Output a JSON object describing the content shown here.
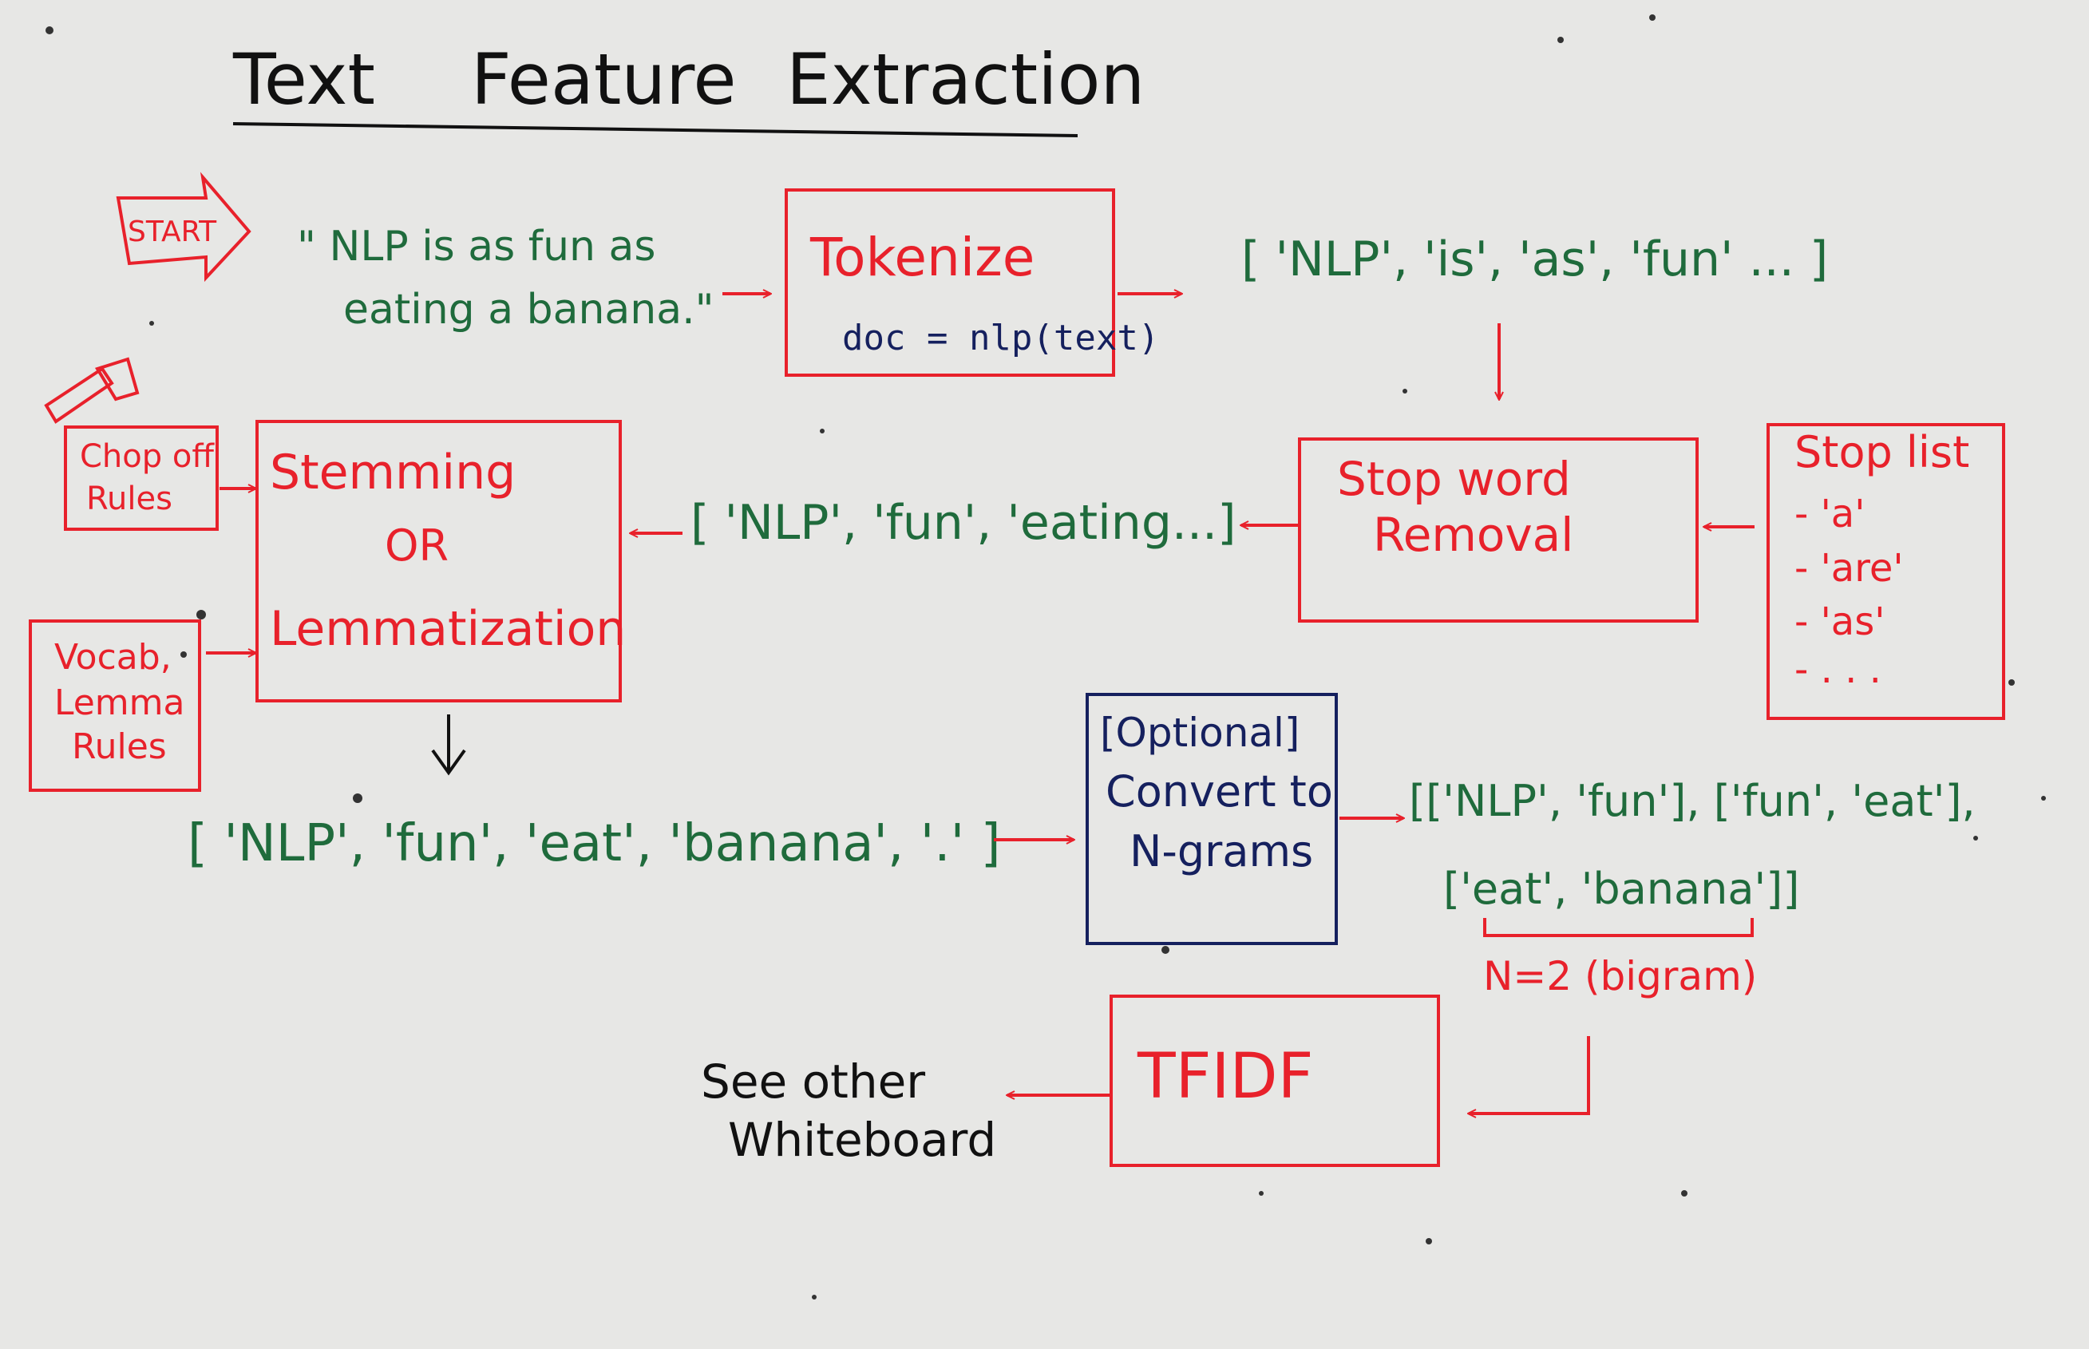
{
  "title": [
    "Text",
    "Feature",
    "Extraction"
  ],
  "start_label": "START",
  "input_sentence": {
    "line1": "\" NLP is as fun as",
    "line2": "eating a banana.\""
  },
  "tokenize": {
    "label": "Tokenize",
    "code": "doc = nlp(text)"
  },
  "tokens": {
    "text": "[ 'NLP', 'is', 'as', 'fun' ... ]"
  },
  "stop_word_removal": {
    "line1": "Stop word",
    "line2": "Removal"
  },
  "stop_list": {
    "title": "Stop list",
    "items": [
      "- 'a'",
      "- 'are'",
      "- 'as'",
      "- . . ."
    ]
  },
  "filtered_tokens": {
    "text": "[ 'NLP', 'fun', 'eating...]"
  },
  "stem_lemma": {
    "line1": "Stemming",
    "line2": "OR",
    "line3": "Lemmatization"
  },
  "chop_rules": {
    "line1": "Chop off",
    "line2": "Rules"
  },
  "vocab_rules": {
    "line1": "Vocab,",
    "line2": "Lemma",
    "line3": "Rules"
  },
  "lemmatized_tokens": {
    "text": "[ 'NLP', 'fun', 'eat', 'banana', '.' ]"
  },
  "ngrams": {
    "line1": "[Optional]",
    "line2": "Convert to",
    "line3": "N-grams"
  },
  "bigrams": {
    "line1": "[['NLP', 'fun'], ['fun', 'eat'],",
    "line2": "['eat', 'banana']]",
    "note": "N=2 (bigram)"
  },
  "tfidf": {
    "label": "TFIDF"
  },
  "see_other": {
    "line1": "See other",
    "line2": "Whiteboard"
  },
  "colors": {
    "red": "#e8212b",
    "green": "#1f6b3c",
    "navy": "#15205e",
    "black": "#1a1a1a",
    "board": "#e7e7e5"
  }
}
